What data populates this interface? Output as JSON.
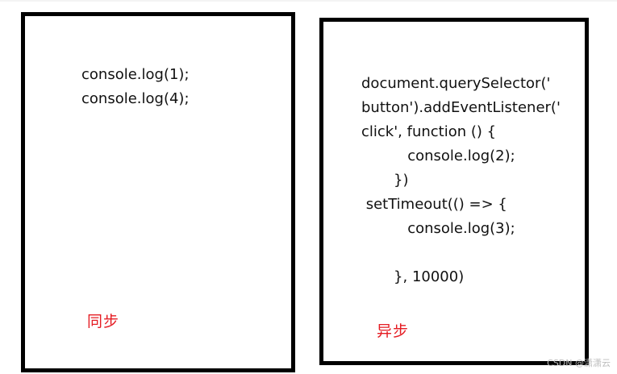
{
  "left_panel": {
    "code": "console.log(1);\nconsole.log(4);",
    "label": "同步"
  },
  "right_panel": {
    "code": "document.querySelector('\nbutton').addEventListener('\nclick', function () {\n          console.log(2);\n       })\n setTimeout(() => {\n          console.log(3);\n\n       }, 10000)",
    "label": "异步"
  },
  "watermark": "CSDN @潇潇云"
}
